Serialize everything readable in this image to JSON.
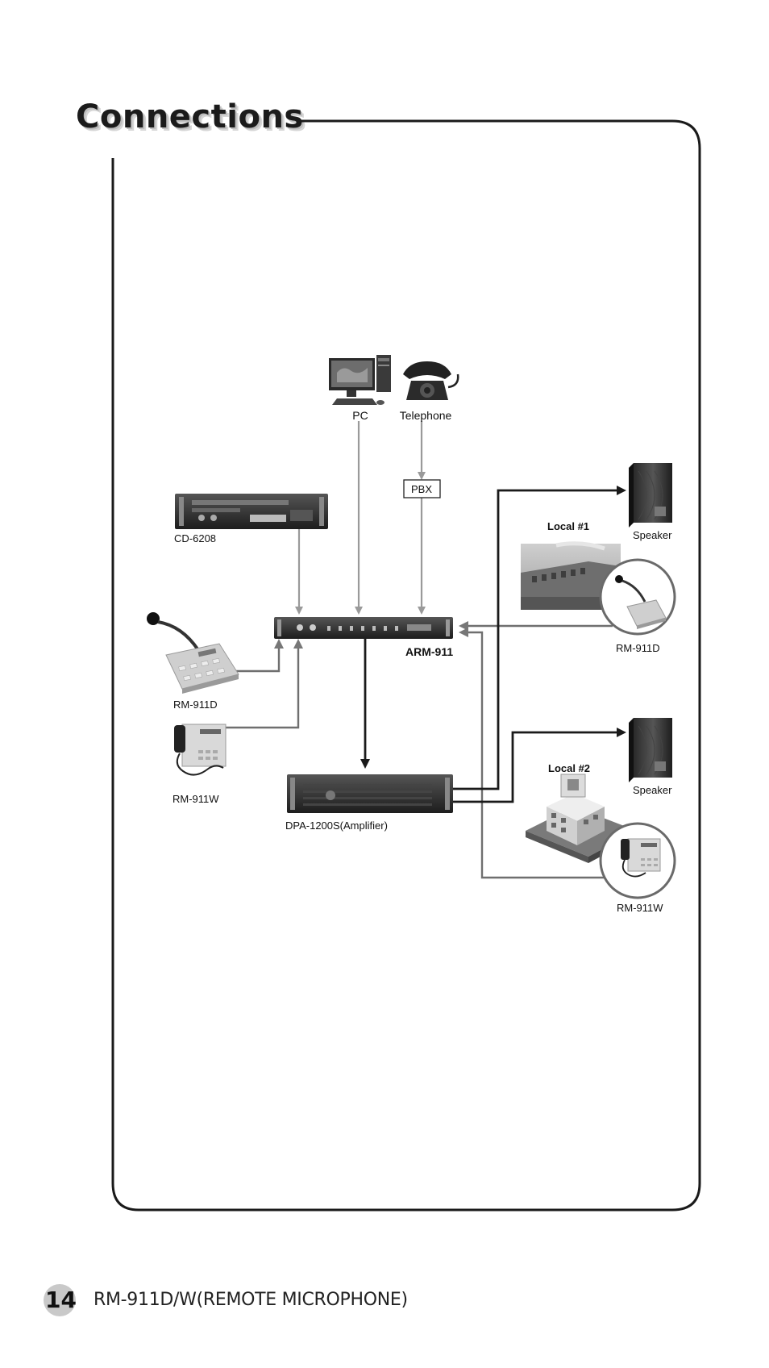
{
  "header": {
    "title": "Connections"
  },
  "diagram": {
    "pc_label": "PC",
    "telephone_label": "Telephone",
    "pbx_label": "PBX",
    "cd_label": "CD-6208",
    "arm_label": "ARM-911",
    "rm911d_left_label": "RM-911D",
    "rm911w_left_label": "RM-911W",
    "amp_label": "DPA-1200S(Amplifier)",
    "local1_label": "Local #1",
    "local2_label": "Local #2",
    "speaker1_label": "Speaker",
    "speaker2_label": "Speaker",
    "rm911d_right_label": "RM-911D",
    "rm911w_right_label": "RM-911W"
  },
  "footer": {
    "page_number": "14",
    "text": "RM-911D/W(REMOTE MICROPHONE)"
  }
}
